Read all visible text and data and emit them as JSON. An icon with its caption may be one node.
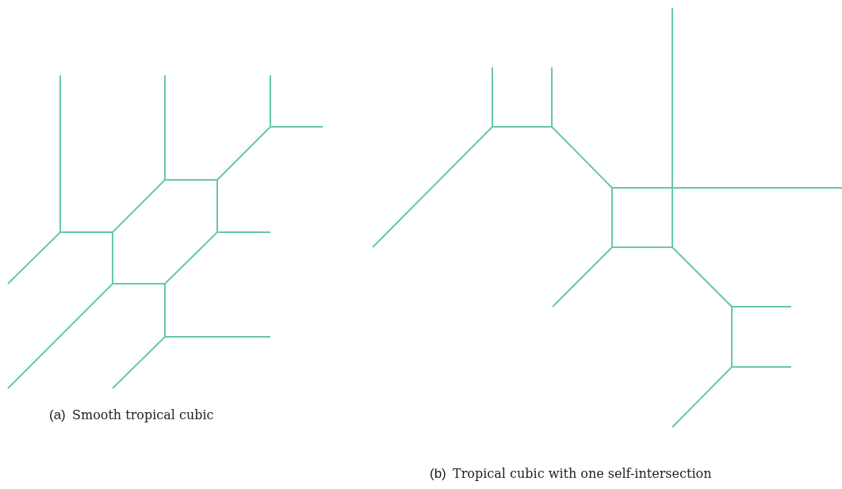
{
  "diagram": {
    "labels": [
      "(a)",
      "Smooth tropical cubic",
      "(b)",
      "Tropical cubic with one self-intersection"
    ]
  }
}
